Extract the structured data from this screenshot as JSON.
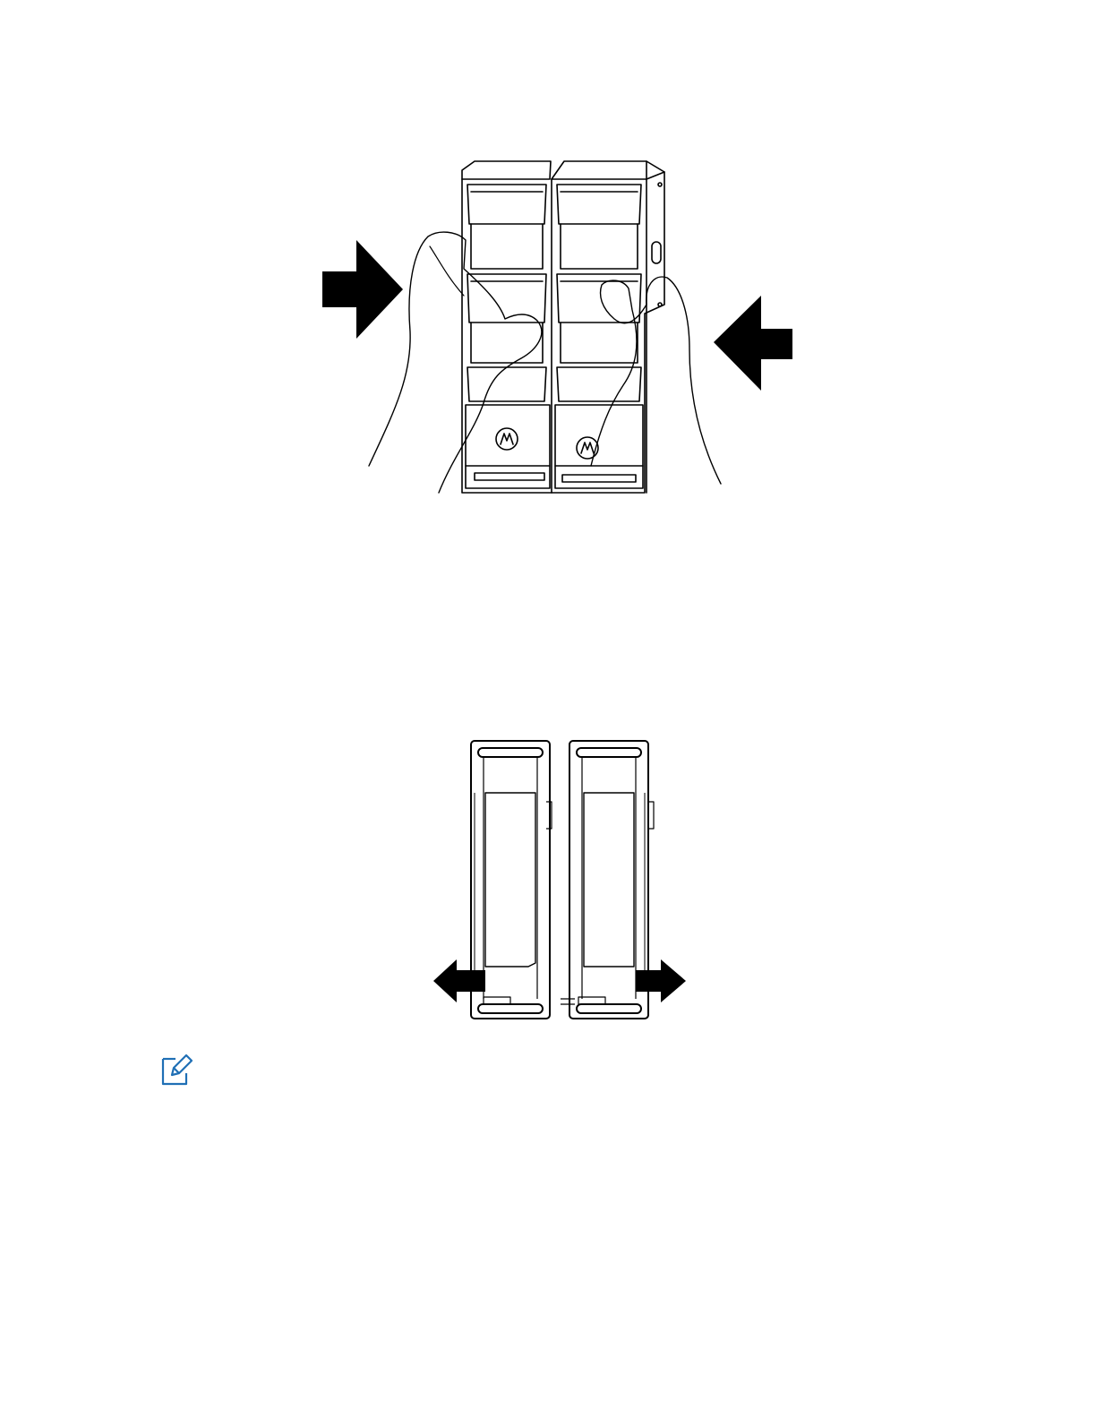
{
  "page": {
    "background": "#ffffff",
    "ink_color": "#000000",
    "note_icon_color": "#1f6fb5"
  },
  "figures": [
    {
      "id": "top",
      "name": "hands-squeezing-charger-modules-illustration",
      "icon": "motorola-logo-icon"
    },
    {
      "id": "bottom",
      "name": "separated-charger-modules-illustration"
    }
  ],
  "note": {
    "icon": "note-pencil-icon"
  }
}
